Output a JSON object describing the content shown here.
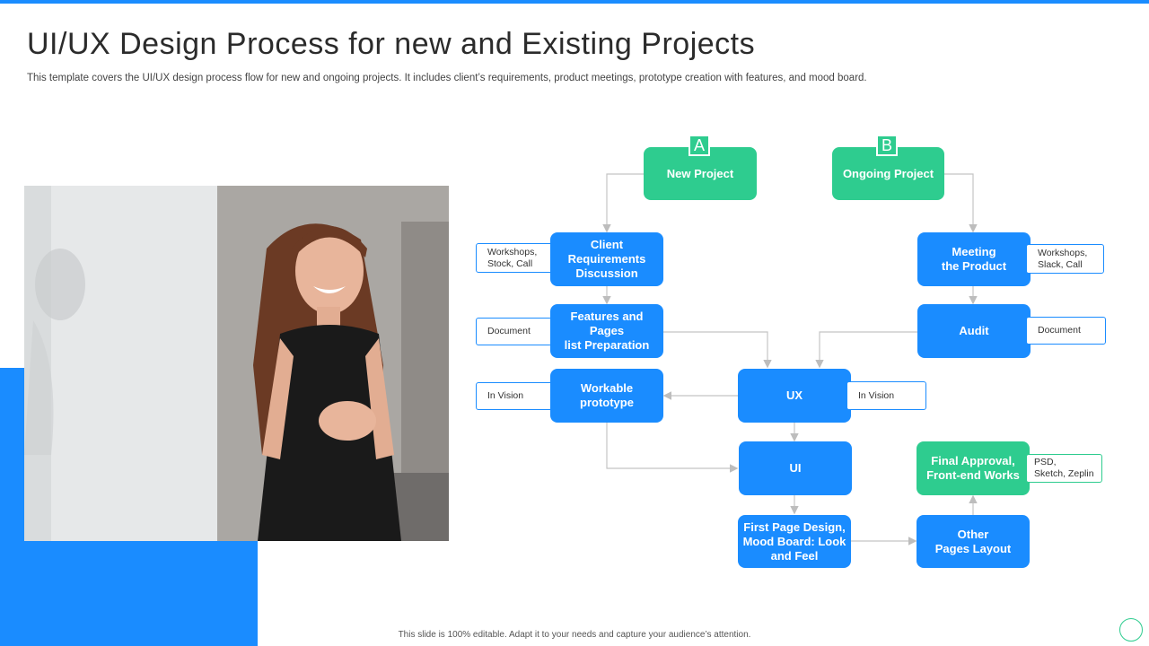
{
  "title": "UI/UX Design Process for new and Existing Projects",
  "subtitle": "This template covers the UI/UX  design process flow for new and ongoing projects. It includes client’s requirements, product meetings, prototype creation with features, and mood board.",
  "footer": "This slide is 100% editable. Adapt it to your needs and capture your audience’s attention.",
  "colors": {
    "blue": "#1a8cff",
    "green": "#2ecc8f"
  },
  "tags": {
    "a": "A",
    "b": "B"
  },
  "boxes": {
    "new_project": "New Project",
    "ongoing_project": "Ongoing Project",
    "client_requirements": "Client\nRequirements\nDiscussion",
    "features_pages": "Features and\nPages\nlist Preparation",
    "workable_prototype": "Workable\nprototype",
    "meeting_product": "Meeting\nthe Product",
    "audit": "Audit",
    "ux": "UX",
    "ui": "UI",
    "first_page_design": "First Page Design,\nMood Board: Look\nand Feel",
    "other_pages": "Other\nPages Layout",
    "final_approval": "Final Approval,\nFront-end Works"
  },
  "notes": {
    "client_requirements": "Workshops,\nStock, Call",
    "features_pages": "Document",
    "workable_prototype": "In Vision",
    "meeting_product": "Workshops,\nSlack, Call",
    "audit": "Document",
    "ux": "In Vision",
    "final_approval": "PSD,\nSketch, Zeplin"
  },
  "photo": {
    "icon": "presenter-photo"
  }
}
